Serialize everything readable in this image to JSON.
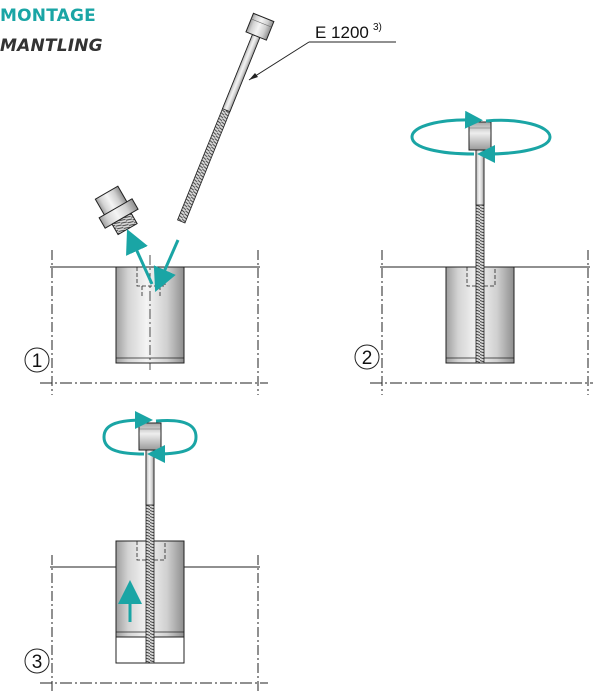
{
  "header": {
    "title": "MONTAGE",
    "subtitle": "MANTLING"
  },
  "callout": {
    "label": "E 1200",
    "footnote": "3)"
  },
  "steps": [
    {
      "number": "1"
    },
    {
      "number": "2"
    },
    {
      "number": "3"
    }
  ],
  "colors": {
    "accent": "#1aa5a5",
    "line": "#222222",
    "metal_light": "#e6e6e6",
    "metal_dark": "#9a9a9a"
  }
}
